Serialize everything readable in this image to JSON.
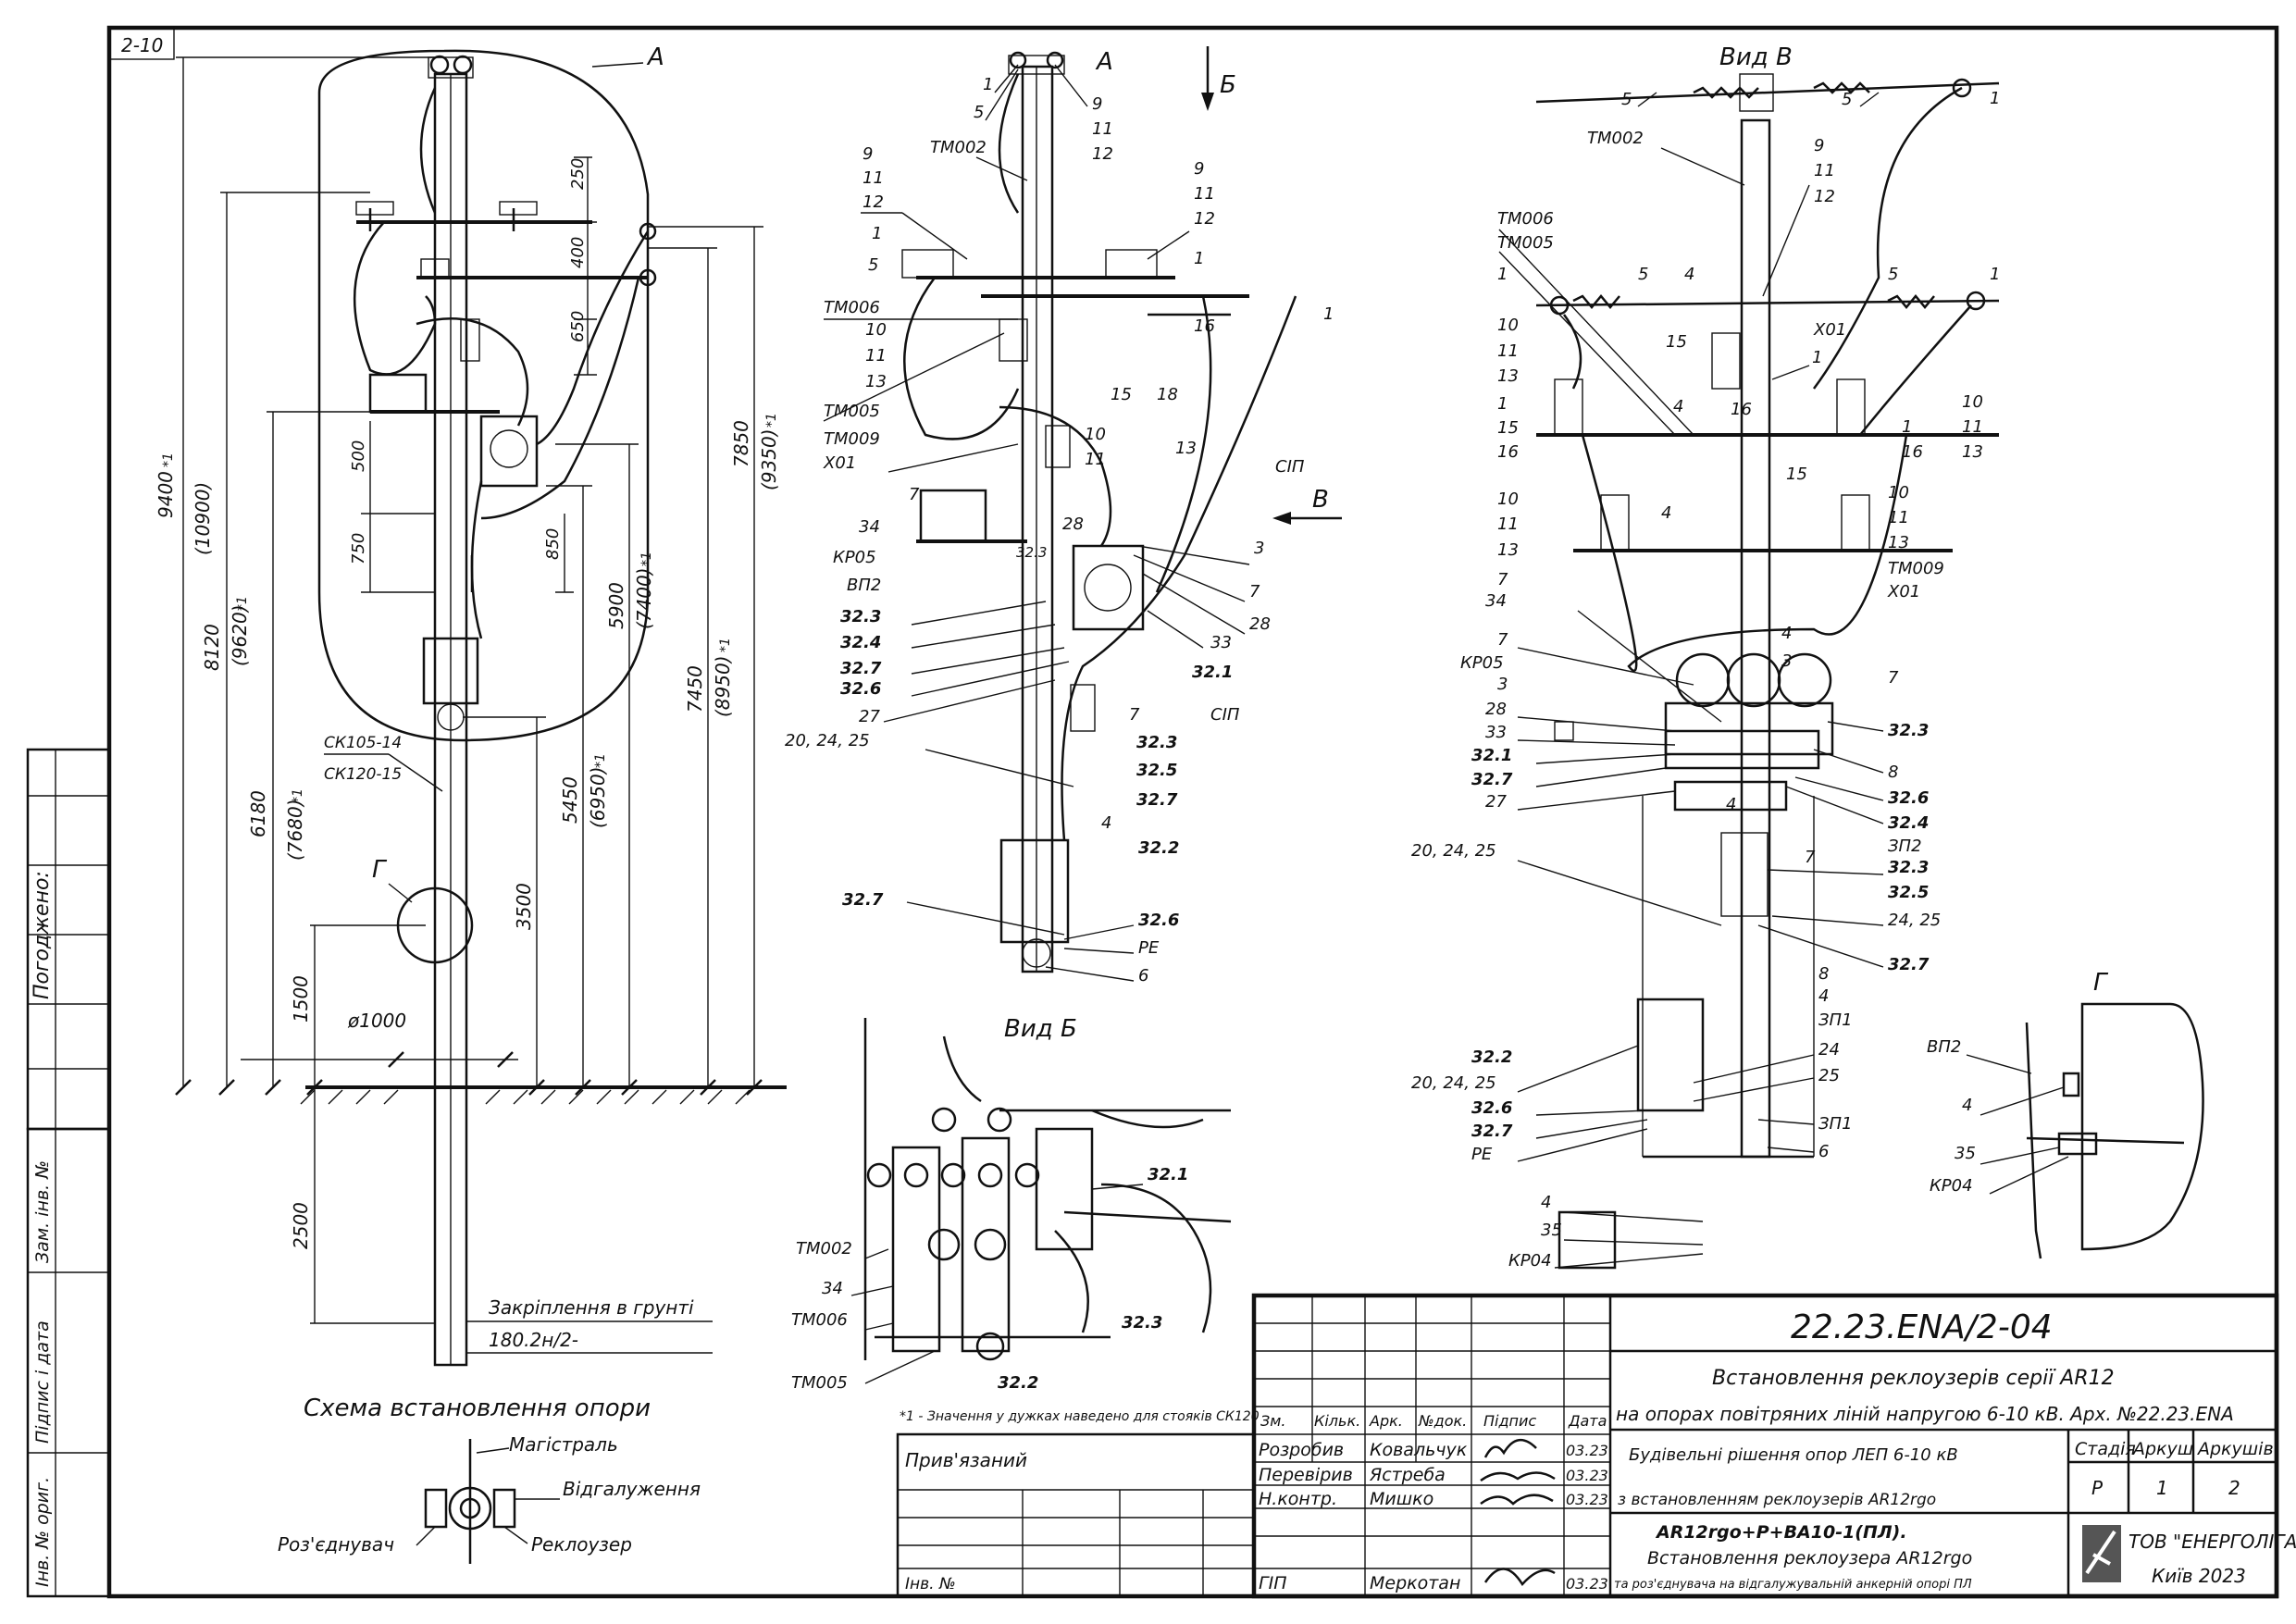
{
  "sheet_corner": "2-10",
  "view_labels": {
    "a_main": "А",
    "a_detail": "А",
    "b_arrow": "Б",
    "v_arrow": "В",
    "vid_b": "Вид Б",
    "vid_v": "Вид В",
    "g_main": "Г",
    "g_detail": "Г"
  },
  "dims": {
    "d9400": "9400",
    "d10900": "(10900)",
    "d8120": "8120",
    "d9620": "(9620)",
    "d6180": "6180",
    "d7680": "(7680)",
    "d1500": "1500",
    "d2500": "2500",
    "d250": "250",
    "d400": "400",
    "d650": "650",
    "d500": "500",
    "d750": "750",
    "d850": "850",
    "d3500": "3500",
    "d5450": "5450",
    "d6950": "(6950)",
    "d5900": "5900",
    "d7400": "(7400)",
    "d7450": "7450",
    "d8950": "(8950)",
    "d7850": "7850",
    "d9350": "(9350)",
    "star": "*1",
    "dia": "ø1000"
  },
  "pole_labels": {
    "ck105": "СК105-14",
    "ck120": "СК120-15"
  },
  "ground": {
    "fix": "Закріплення в грунті",
    "code": "180.2н/2-"
  },
  "scheme": {
    "title": "Схема встановлення опори",
    "magistral": "Магістраль",
    "vidgal": "Відгалуження",
    "rozed": "Роз'єднувач",
    "reklouzer": "Реклоузер"
  },
  "footnote": "*1 - Значення у дужках наведено для стояків СК120",
  "side_labels": {
    "pogodzheno": "Погоджено:",
    "zam": "Зам. інв. №",
    "pidpys": "Підпис і дата",
    "inv": "Інв. № ориг."
  },
  "viewA_labels": {
    "n1": "1",
    "n5": "5",
    "n9": "9",
    "n11": "11",
    "n12": "12",
    "tm002": "ТМ002",
    "tm006": "ТМ006",
    "tm005": "ТМ005",
    "tm009": "ТМ009",
    "x01": "Х01",
    "n10": "10",
    "n13": "13",
    "n15": "15",
    "n16": "16",
    "n18": "18",
    "sip": "СІП",
    "n7": "7",
    "n34": "34",
    "kr05": "КР05",
    "vp2": "ВП2",
    "n28": "28",
    "n3": "3",
    "n33": "33",
    "s323": "32.3",
    "s324": "32.4",
    "s327": "32.7",
    "s326": "32.6",
    "s321": "32.1",
    "s325": "32.5",
    "s322": "32.2",
    "n27": "27",
    "n202425": "20, 24, 25",
    "n4": "4",
    "pe": "РЕ",
    "n6": "6"
  },
  "viewB_labels": {
    "tm002": "ТМ002",
    "n34": "34",
    "tm006": "ТМ006",
    "tm005": "ТМ005",
    "s321": "32.1",
    "s323": "32.3",
    "s322": "32.2"
  },
  "viewV_labels": {
    "n5": "5",
    "n1": "1",
    "tm002": "ТМ002",
    "n9": "9",
    "n11": "11",
    "n12": "12",
    "tm006": "ТМ006",
    "tm005": "ТМ005",
    "n4": "4",
    "x01": "Х01",
    "n10": "10",
    "n13": "13",
    "n15": "15",
    "n16": "16",
    "tm009": "ТМ009",
    "n7": "7",
    "n34": "34",
    "kr05": "КР05",
    "n3": "3",
    "n28": "28",
    "n33": "33",
    "s321": "32.1",
    "s327": "32.7",
    "n27": "27",
    "s323": "32.3",
    "n8": "8",
    "s326": "32.6",
    "s324": "32.4",
    "zp2": "ЗП2",
    "s325": "32.5",
    "n2425": "24, 25",
    "n202425": "20, 24, 25",
    "zp1": "ЗП1",
    "n24": "24",
    "n25": "25",
    "s322": "32.2",
    "pe": "РЕ",
    "n6": "6",
    "n35": "35",
    "kr04": "КР04"
  },
  "viewG_labels": {
    "vp2": "ВП2",
    "n4": "4",
    "n35": "35",
    "kr04": "КР04"
  },
  "title_block": {
    "code": "22.23.ENA/2-04",
    "title1": "Встановлення реклоузерів серії AR12",
    "title2": "на опорах повітряних ліній напругою 6-10 кВ. Арх. №22.23.ENA",
    "sub1": "Будівельні рішення опор ЛЕП 6-10 кВ",
    "sub2": "з встановленням реклоузерів AR12rgo",
    "sheet_title1": "AR12rgo+Р+ВА10-1(ПЛ).",
    "sheet_title2": "Встановлення реклоузера AR12rgo",
    "sheet_title3": "та роз'єднувача на відгалужувальній анкерній опорі ПЛ",
    "h_zm": "Зм.",
    "h_kil": "Кільк.",
    "h_ark": "Арк.",
    "h_ndok": "№док.",
    "h_pidpys": "Підпис",
    "h_data": "Дата",
    "r1_role": "Розробив",
    "r1_name": "Ковальчук",
    "r1_date": "03.23",
    "r2_role": "Перевірив",
    "r2_name": "Ястреба",
    "r2_date": "03.23",
    "r3_role": "Н.контр.",
    "r3_name": "Мишко",
    "r3_date": "03.23",
    "r4_role": "ГІП",
    "r4_name": "Меркотан",
    "r4_date": "03.23",
    "stage_h": "Стадія",
    "sheet_h": "Аркуш",
    "sheets_h": "Аркушів",
    "stage": "Р",
    "sheet": "1",
    "sheets": "2",
    "org": "ТОВ \"ЕНЕРГОЛІГА\"",
    "city": "Київ 2023",
    "privyaz": "Прив'язаний",
    "invn": "Інв. №"
  }
}
